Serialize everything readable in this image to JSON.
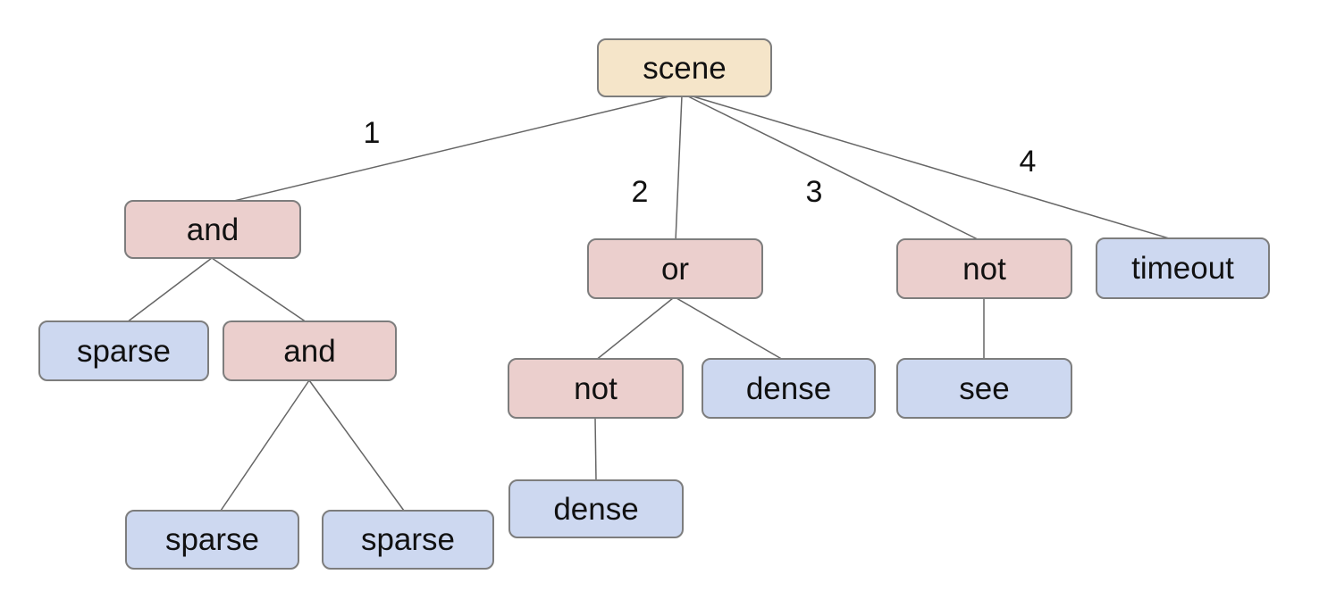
{
  "colors": {
    "background": "#ffffff",
    "root_fill": "#f5e5c9",
    "operator_fill": "#ebcfcd",
    "leaf_fill": "#cdd8f0",
    "node_border": "#7d7d7d",
    "edge_line": "#666666",
    "text_color": "#111111"
  },
  "nodes": {
    "scene": {
      "label": "scene",
      "type": "root"
    },
    "and_left": {
      "label": "and",
      "type": "operator"
    },
    "or_mid": {
      "label": "or",
      "type": "operator"
    },
    "not_right": {
      "label": "not",
      "type": "operator"
    },
    "timeout": {
      "label": "timeout",
      "type": "leaf"
    },
    "sparse_l1": {
      "label": "sparse",
      "type": "leaf"
    },
    "and_inner": {
      "label": "and",
      "type": "operator"
    },
    "not_mid": {
      "label": "not",
      "type": "operator"
    },
    "dense_r": {
      "label": "dense",
      "type": "leaf"
    },
    "see": {
      "label": "see",
      "type": "leaf"
    },
    "dense_b": {
      "label": "dense",
      "type": "leaf"
    },
    "sparse_b1": {
      "label": "sparse",
      "type": "leaf"
    },
    "sparse_b2": {
      "label": "sparse",
      "type": "leaf"
    }
  },
  "edges": [
    {
      "from": "scene",
      "to": "and_left",
      "label": "1"
    },
    {
      "from": "scene",
      "to": "or_mid",
      "label": "2"
    },
    {
      "from": "scene",
      "to": "not_right",
      "label": "3"
    },
    {
      "from": "scene",
      "to": "timeout",
      "label": "4"
    },
    {
      "from": "and_left",
      "to": "sparse_l1",
      "label": ""
    },
    {
      "from": "and_left",
      "to": "and_inner",
      "label": ""
    },
    {
      "from": "and_inner",
      "to": "sparse_b1",
      "label": ""
    },
    {
      "from": "and_inner",
      "to": "sparse_b2",
      "label": ""
    },
    {
      "from": "or_mid",
      "to": "not_mid",
      "label": ""
    },
    {
      "from": "or_mid",
      "to": "dense_r",
      "label": ""
    },
    {
      "from": "not_mid",
      "to": "dense_b",
      "label": ""
    },
    {
      "from": "not_right",
      "to": "see",
      "label": ""
    }
  ]
}
